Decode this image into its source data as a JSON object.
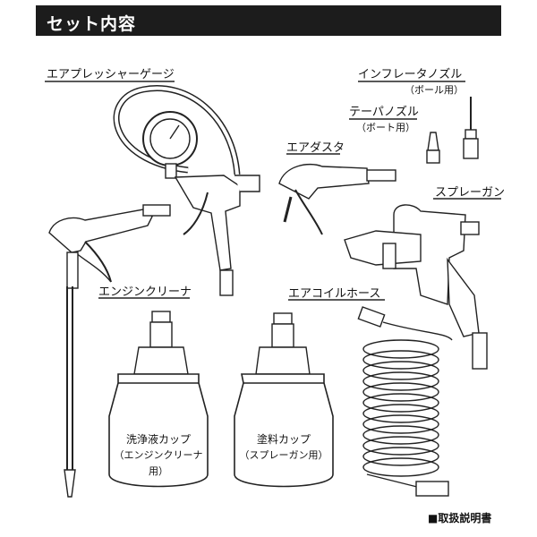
{
  "header": {
    "title": "セット内容"
  },
  "labels": {
    "air_pressure_gauge": "エアプレッシャーゲージ",
    "inflator_nozzle": "インフレータノズル",
    "inflator_nozzle_note": "（ボール用）",
    "taper_nozzle": "テーパノズル",
    "taper_nozzle_note": "（ボート用）",
    "air_duster": "エアダスタ",
    "spray_gun": "スプレーガン",
    "engine_cleaner": "エンジンクリーナ",
    "air_coil_hose": "エアコイルホース"
  },
  "cups": {
    "wash_cup": {
      "name": "洗浄液カップ",
      "note": "（エンジンクリーナ用）"
    },
    "paint_cup": {
      "name": "塗料カップ",
      "note": "（スプレーガン用）"
    }
  },
  "manual": {
    "label": "■取扱説明書"
  }
}
